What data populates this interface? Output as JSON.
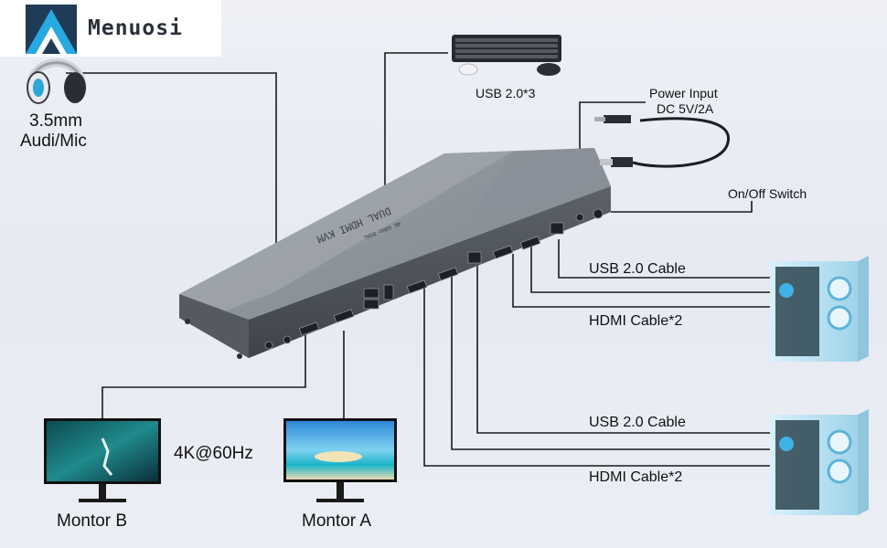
{
  "brand": {
    "name": "Menuosi"
  },
  "device": {
    "engraving_line1": "DUAL HDMI KVM",
    "engraving_line2": "4K 60Hz DUAL"
  },
  "labels": {
    "audio_line1": "3.5mm",
    "audio_line2": "Audi/Mic",
    "usb_hub": "USB 2.0*3",
    "power_line1": "Power Input",
    "power_line2": "DC 5V/2A",
    "switch": "On/Off Switch",
    "usb_cable_1": "USB 2.0 Cable",
    "hdmi_cable_1": "HDMI Cable*2",
    "usb_cable_2": "USB 2.0 Cable",
    "hdmi_cable_2": "HDMI Cable*2",
    "resolution": "4K@60Hz",
    "monitor_b": "Montor B",
    "monitor_a": "Montor A"
  },
  "colors": {
    "device": "#6f747c",
    "accent": "#2a8fcf",
    "pc_case": "#bfe3f2",
    "line": "#1a1a1a"
  }
}
